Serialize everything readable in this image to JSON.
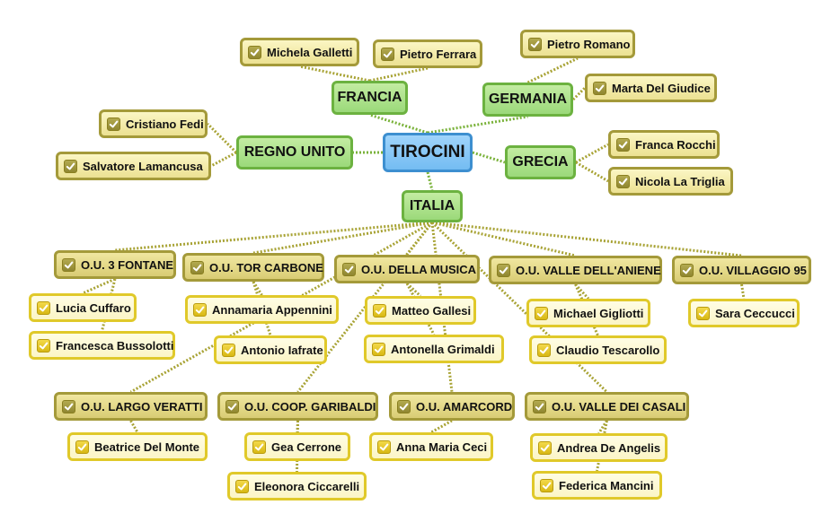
{
  "root": {
    "label": "TIROCINI"
  },
  "countries": {
    "francia": "FRANCIA",
    "germania": "GERMANIA",
    "regno_unito": "REGNO UNITO",
    "grecia": "GRECIA",
    "italia": "ITALIA"
  },
  "people": {
    "michela_galletti": "Michela Galletti",
    "pietro_ferrara": "Pietro Ferrara",
    "pietro_romano": "Pietro Romano",
    "marta_del_giudice": "Marta Del Giudice",
    "cristiano_fedi": "Cristiano Fedi",
    "salvatore_lamancusa": "Salvatore Lamancusa",
    "franca_rocchi": "Franca Rocchi",
    "nicola_la_triglia": "Nicola La Triglia",
    "lucia_cuffaro": "Lucia Cuffaro",
    "francesca_bussolotti": "Francesca Bussolotti",
    "beatrice_del_monte": "Beatrice Del Monte",
    "annamaria_appennini": "Annamaria Appennini",
    "antonio_iafrate": "Antonio Iafrate",
    "gea_cerrone": "Gea Cerrone",
    "eleonora_ciccarelli": "Eleonora Ciccarelli",
    "matteo_gallesi": "Matteo Gallesi",
    "antonella_grimaldi": "Antonella Grimaldi",
    "anna_maria_ceci": "Anna Maria Ceci",
    "michael_gigliotti": "Michael Gigliotti",
    "claudio_tescarollo": "Claudio Tescarollo",
    "andrea_de_angelis": "Andrea De Angelis",
    "federica_mancini": "Federica Mancini",
    "sara_ceccucci": "Sara Ceccucci"
  },
  "units": {
    "tre_fontane": "O.U. 3 FONTANE",
    "tor_carbone": "O.U. TOR CARBONE",
    "della_musica": "O.U. DELLA MUSICA",
    "valle_aniene": "O.U. VALLE DELL'ANIENE",
    "villaggio_95": "O.U. VILLAGGIO 95",
    "largo_veratti": "O.U. LARGO VERATTI",
    "coop_garibaldi": "O.U. COOP. GARIBALDI",
    "amarcord": "O.U. AMARCORD",
    "valle_casali": "O.U. VALLE DEI CASALI"
  },
  "colors": {
    "root_fill": "#85c6f6",
    "country_fill": "#aee08c",
    "unit_fill": "#e3d886",
    "person_light_fill": "#fdf8d4",
    "link_green": "#7ab23a",
    "link_olive": "#a8a335"
  },
  "icons": {
    "node_marker": "checkbox-checked-icon"
  }
}
